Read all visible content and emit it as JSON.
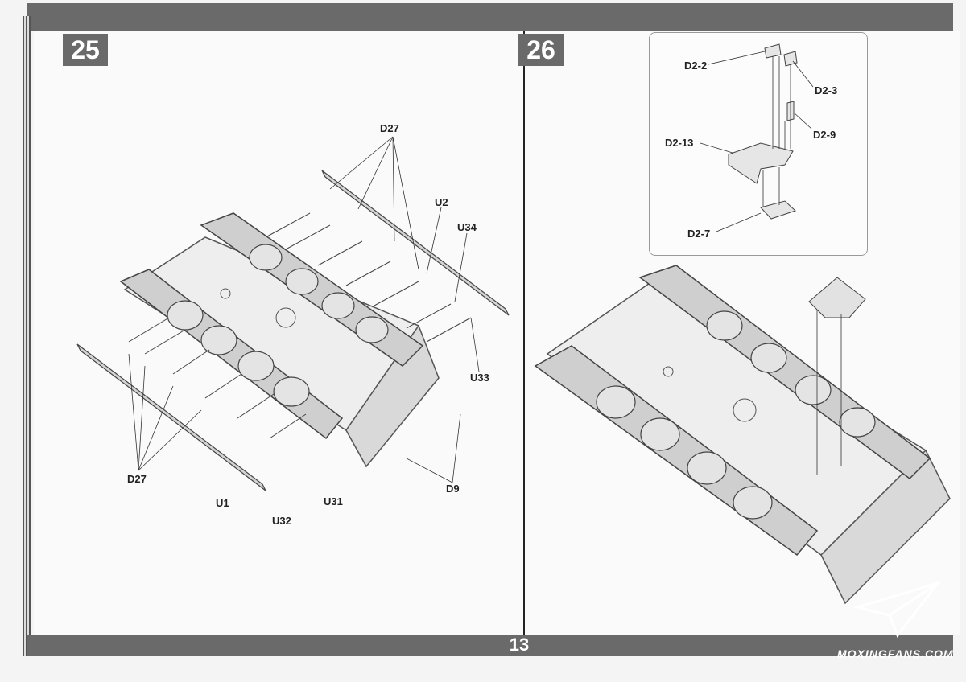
{
  "steps": {
    "left": "25",
    "right": "26"
  },
  "page_number": "13",
  "watermark": "MOXINGFANS.COM",
  "callouts_left": {
    "d27_top": "D27",
    "u2": "U2",
    "u34": "U34",
    "u33": "U33",
    "d9": "D9",
    "u31": "U31",
    "u32": "U32",
    "u1": "U1",
    "d27_bottom": "D27"
  },
  "callouts_inset": {
    "d2_2": "D2-2",
    "d2_3": "D2-3",
    "d2_9": "D2-9",
    "d2_13": "D2-13",
    "d2_7": "D2-7"
  }
}
